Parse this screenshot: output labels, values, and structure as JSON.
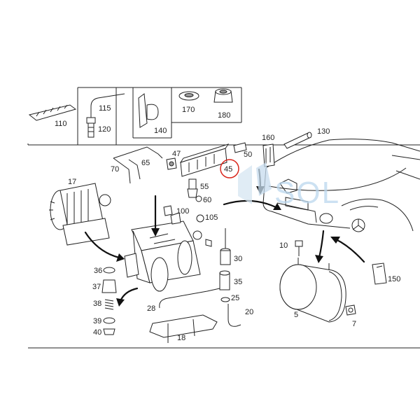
{
  "parts": [
    {
      "id": "p110",
      "label": "110"
    },
    {
      "id": "p115",
      "label": "115"
    },
    {
      "id": "p120",
      "label": "120"
    },
    {
      "id": "p140",
      "label": "140"
    },
    {
      "id": "p170",
      "label": "170"
    },
    {
      "id": "p180",
      "label": "180"
    },
    {
      "id": "p160",
      "label": "160"
    },
    {
      "id": "p130",
      "label": "130"
    },
    {
      "id": "p70",
      "label": "70"
    },
    {
      "id": "p65",
      "label": "65"
    },
    {
      "id": "p47",
      "label": "47"
    },
    {
      "id": "p50",
      "label": "50"
    },
    {
      "id": "p45",
      "label": "45",
      "highlighted": true
    },
    {
      "id": "p17",
      "label": "17"
    },
    {
      "id": "p55",
      "label": "55"
    },
    {
      "id": "p60",
      "label": "60"
    },
    {
      "id": "p100",
      "label": "100"
    },
    {
      "id": "p105",
      "label": "105"
    },
    {
      "id": "p30",
      "label": "30"
    },
    {
      "id": "p35",
      "label": "35"
    },
    {
      "id": "p25",
      "label": "25"
    },
    {
      "id": "p20",
      "label": "20"
    },
    {
      "id": "p28",
      "label": "28"
    },
    {
      "id": "p18",
      "label": "18"
    },
    {
      "id": "p36",
      "label": "36"
    },
    {
      "id": "p37",
      "label": "37"
    },
    {
      "id": "p38",
      "label": "38"
    },
    {
      "id": "p39",
      "label": "39"
    },
    {
      "id": "p40",
      "label": "40"
    },
    {
      "id": "p10",
      "label": "10"
    },
    {
      "id": "p5",
      "label": "5"
    },
    {
      "id": "p7",
      "label": "7"
    },
    {
      "id": "p150",
      "label": "150"
    }
  ],
  "watermark": {
    "text": "SOL"
  },
  "colors": {
    "highlight": "#d9261c",
    "watermark": "#bcd8ee",
    "line": "#222222"
  }
}
